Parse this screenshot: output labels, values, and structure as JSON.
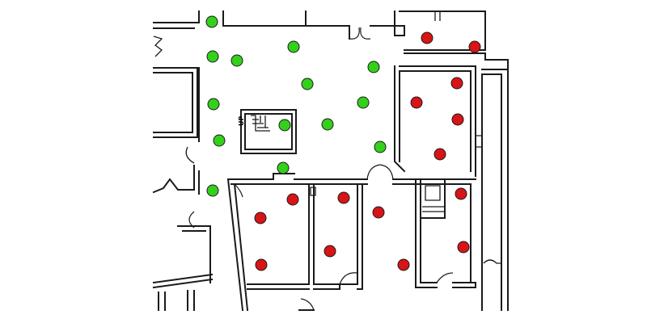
{
  "floor_plan": {
    "stair_label": "UP",
    "colors": {
      "green": "#33d11a",
      "red": "#d81416",
      "wall": "#1a1a1a"
    },
    "markers": [
      {
        "id": "g1",
        "status": "green"
      },
      {
        "id": "g2",
        "status": "green"
      },
      {
        "id": "g3",
        "status": "green"
      },
      {
        "id": "g4",
        "status": "green"
      },
      {
        "id": "g5",
        "status": "green"
      },
      {
        "id": "g6",
        "status": "green"
      },
      {
        "id": "g7",
        "status": "green"
      },
      {
        "id": "g8",
        "status": "green"
      },
      {
        "id": "g9",
        "status": "green"
      },
      {
        "id": "g10",
        "status": "green"
      },
      {
        "id": "g11",
        "status": "green"
      },
      {
        "id": "g12",
        "status": "green"
      },
      {
        "id": "g13",
        "status": "green"
      },
      {
        "id": "g14",
        "status": "green"
      },
      {
        "id": "r1",
        "status": "red"
      },
      {
        "id": "r2",
        "status": "red"
      },
      {
        "id": "r3",
        "status": "red"
      },
      {
        "id": "r4",
        "status": "red"
      },
      {
        "id": "r5",
        "status": "red"
      },
      {
        "id": "r6",
        "status": "red"
      },
      {
        "id": "r7",
        "status": "red"
      },
      {
        "id": "r8",
        "status": "red"
      },
      {
        "id": "r9",
        "status": "red"
      },
      {
        "id": "r10",
        "status": "red"
      },
      {
        "id": "r11",
        "status": "red"
      },
      {
        "id": "r12",
        "status": "red"
      },
      {
        "id": "r13",
        "status": "red"
      },
      {
        "id": "r14",
        "status": "red"
      },
      {
        "id": "r15",
        "status": "red"
      }
    ]
  }
}
